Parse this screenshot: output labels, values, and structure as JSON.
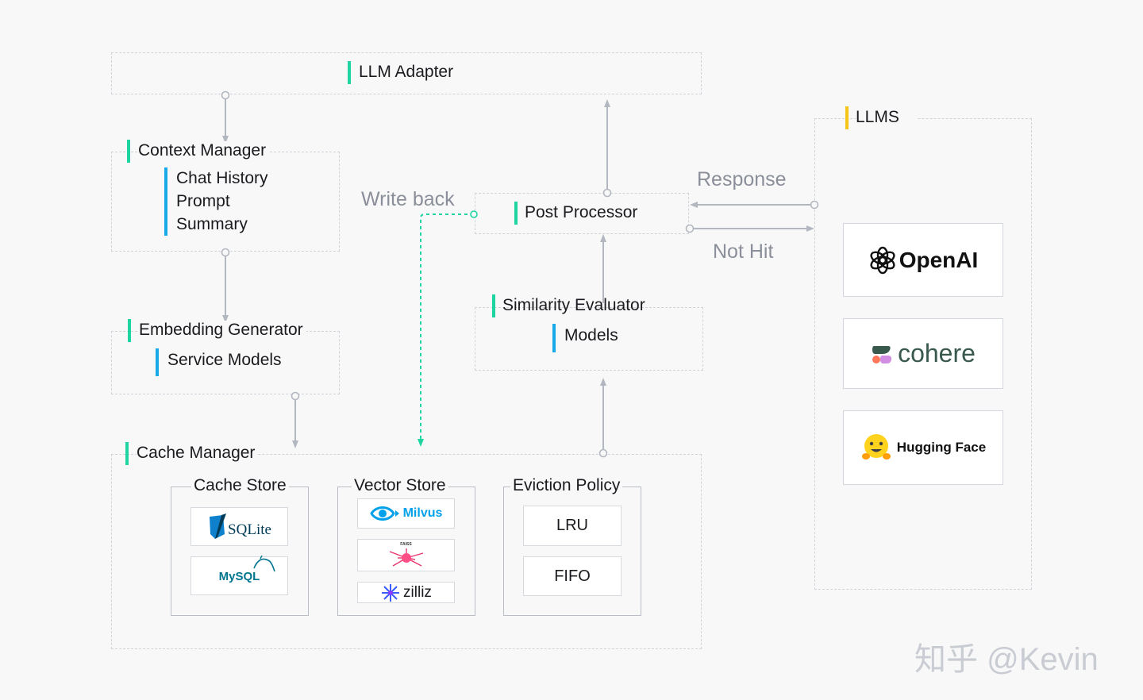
{
  "llm_adapter": {
    "title": "LLM Adapter"
  },
  "context_manager": {
    "title": "Context Manager",
    "items": [
      "Chat  History",
      "Prompt",
      "Summary"
    ]
  },
  "embedding_generator": {
    "title": "Embedding Generator",
    "items": [
      "Service Models"
    ]
  },
  "cache_manager": {
    "title": "Cache Manager",
    "cache_store": {
      "title": "Cache Store",
      "items": [
        "SQLite",
        "MySQL"
      ]
    },
    "vector_store": {
      "title": "Vector Store",
      "items": [
        "Milvus",
        "FAISS",
        "zilliz"
      ]
    },
    "eviction_policy": {
      "title": "Eviction Policy",
      "items": [
        "LRU",
        "FIFO"
      ]
    }
  },
  "post_processor": {
    "title": "Post Processor"
  },
  "similarity_evaluator": {
    "title": "Similarity Evaluator",
    "items": [
      "Models"
    ]
  },
  "llms": {
    "title": "LLMS",
    "providers": [
      "OpenAI",
      "cohere",
      "Hugging Face"
    ]
  },
  "edges": {
    "write_back": "Write back",
    "response": "Response",
    "not_hit": "Not Hit"
  },
  "watermark": "知乎 @Kevin",
  "colors": {
    "green_accent": "#1ed5a2",
    "blue_accent": "#17a9e8",
    "yellow_accent": "#f5c518",
    "connector": "#b3b7bf",
    "write_back_line": "#1ed5a2"
  },
  "icons": [
    "openai-logo-icon",
    "cohere-logo-icon",
    "hugging-face-logo-icon",
    "sqlite-logo-icon",
    "mysql-logo-icon",
    "milvus-logo-icon",
    "faiss-logo-icon",
    "zilliz-logo-icon"
  ]
}
